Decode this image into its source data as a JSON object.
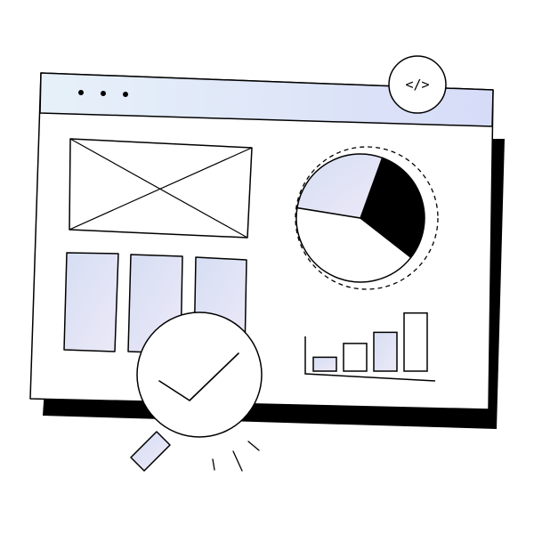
{
  "colors": {
    "stroke": "#000000",
    "shadow": "#000000",
    "background": "#ffffff",
    "titlebar_gradient_start": "#e7f1f9",
    "titlebar_gradient_end": "#d6dcf8",
    "panel_gradient_start": "#d6def3",
    "panel_gradient_end": "#ece9f8"
  },
  "window": {
    "controls": [
      "dot",
      "dot",
      "dot"
    ],
    "code_badge": {
      "icon": "code-brackets-icon",
      "glyph": "</>"
    }
  },
  "content": {
    "image_placeholder_icon": "image-placeholder-icon",
    "column_count": 3
  },
  "chart_data": [
    {
      "type": "pie",
      "segments": 3,
      "values": [
        30,
        42,
        28
      ],
      "segment_fills": [
        "#000000",
        "#ffffff",
        "#dcdff6"
      ],
      "outer_ring": "dashed"
    },
    {
      "type": "bar",
      "values": [
        1,
        2,
        2.8,
        4.2
      ],
      "ylim": [
        0,
        4.5
      ],
      "grid": false
    }
  ],
  "overlay": {
    "magnifier_icon": "magnifier-check-icon",
    "status": "verified"
  }
}
